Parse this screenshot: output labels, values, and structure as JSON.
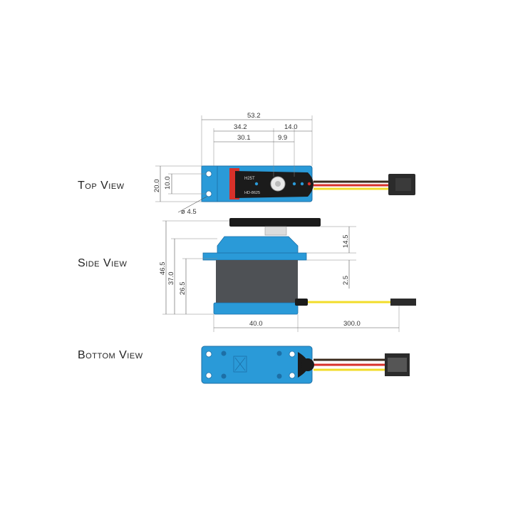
{
  "views": {
    "top": "Top View",
    "side": "Side View",
    "bottom": "Bottom View"
  },
  "dimensions": {
    "overall_length": "53.2",
    "body_to_shaft": "34.2",
    "shaft_to_end": "14.0",
    "hole_to_shaft": "30.1",
    "shaft_offset": "9.9",
    "width": "20.0",
    "hole_spacing": "10.0",
    "hole_diameter": "ø 4.5",
    "total_height": "46.5",
    "height_to_mount": "37.0",
    "mount_height": "26.5",
    "horn_to_mount": "14.5",
    "mount_thickness": "2.5",
    "body_width": "40.0",
    "cable_length": "300.0"
  },
  "label_text": {
    "model_a": "H25T",
    "model_b": "HD-8625"
  },
  "colors": {
    "body_blue": "#2a9ad8",
    "body_dark": "#1d6fa6",
    "case_gray": "#4e5155",
    "horn_black": "#1b1b1b",
    "wire_black": "#3a2a1c",
    "wire_red": "#d8312a",
    "wire_yellow": "#f2dc2a"
  }
}
